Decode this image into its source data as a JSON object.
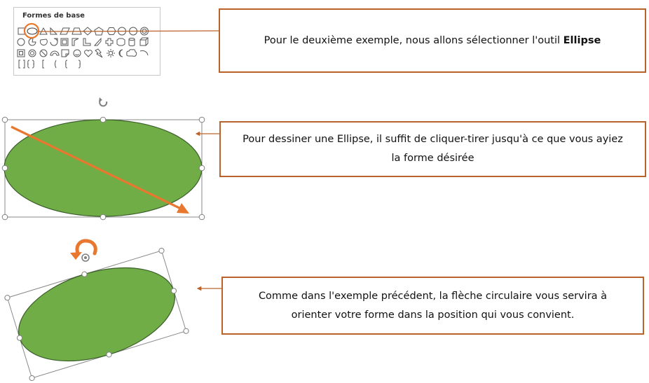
{
  "shapes_panel": {
    "title": "Formes de base",
    "row4_glyphs": "[ ] { } [   (   {   }"
  },
  "callouts": {
    "first": {
      "text_before": "Pour le deuxième exemple, nous allons sélectionner l'outil ",
      "text_bold": "Ellipse"
    },
    "second": {
      "line1": "Pour dessiner une Ellipse, il suffit de cliquer-tirer jusqu'à ce que vous ayiez",
      "line2": "la forme désirée"
    },
    "third": {
      "line1": "Comme dans l'exemple précédent, la flèche circulaire vous servira à",
      "line2": "orienter votre forme dans la position qui vous convient."
    }
  },
  "colors": {
    "accent_orange": "#e8782f",
    "callout_border": "#b9632a",
    "ellipse_fill": "#70ad47",
    "ellipse_stroke": "#3b5e2b",
    "handle_stroke": "#7f7f7f"
  },
  "icons": [
    "rotate-handle-icon",
    "circular-arrow-icon",
    "ellipse-tool-icon"
  ]
}
